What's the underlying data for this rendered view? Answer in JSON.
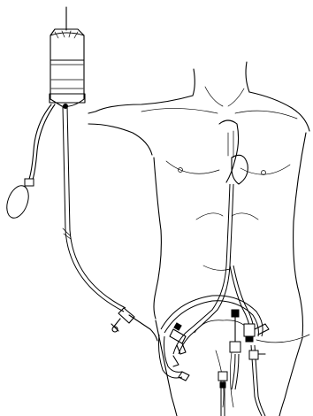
{
  "figure": {
    "type": "medical-line-illustration",
    "colors": {
      "ink": "#000000",
      "background": "#ffffff"
    },
    "parts": [
      "iv-bag",
      "hand-pump-bulb",
      "pressure-tubing",
      "torso",
      "catheter-lines",
      "connectors"
    ]
  }
}
